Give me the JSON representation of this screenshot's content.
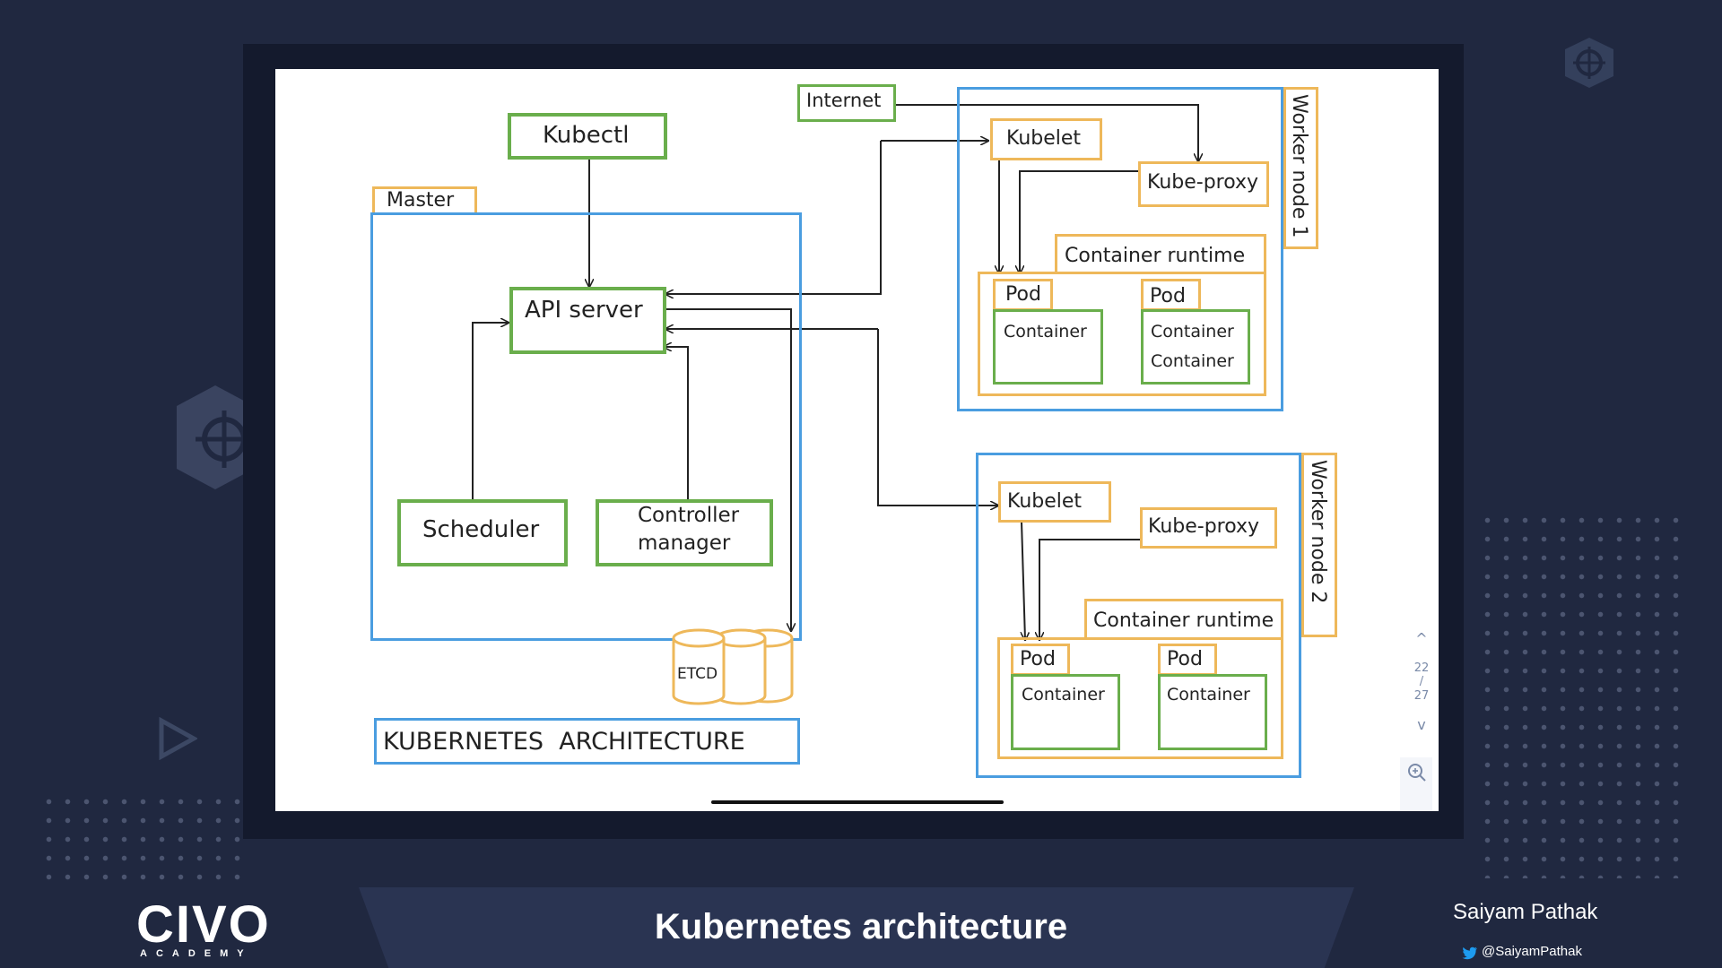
{
  "diagram": {
    "kubectl": "Kubectl",
    "master": "Master",
    "api_server": "API server",
    "scheduler": "Scheduler",
    "controller_manager_line1": "Controller",
    "controller_manager_line2": "manager",
    "etcd": "ETCD",
    "arch_title": "KUBERNETES  ARCHITECTURE",
    "internet": "Internet",
    "worker1": {
      "label": "Worker node 1",
      "kubelet": "Kubelet",
      "kube_proxy": "Kube-proxy",
      "container_runtime": "Container runtime",
      "pod_a": "Pod",
      "pod_a_container": "Container",
      "pod_b": "Pod",
      "pod_b_container1": "Container",
      "pod_b_container2": "Container"
    },
    "worker2": {
      "label": "Worker node 2",
      "kubelet": "Kubelet",
      "kube_proxy": "Kube-proxy",
      "container_runtime": "Container runtime",
      "pod_a": "Pod",
      "pod_a_container": "Container",
      "pod_b": "Pod",
      "pod_b_container": "Container"
    }
  },
  "viewer": {
    "page_current": "22",
    "page_separator": "/",
    "page_total": "27"
  },
  "footer": {
    "title": "Kubernetes architecture",
    "author": "Saiyam Pathak",
    "handle": "@SaiyamPathak",
    "logo": "CIVO",
    "logo_sub": "ACADEMY"
  },
  "colors": {
    "background": "#202840",
    "green": "#6aae4c",
    "orange": "#eeb85a",
    "blue": "#4a9de0"
  }
}
